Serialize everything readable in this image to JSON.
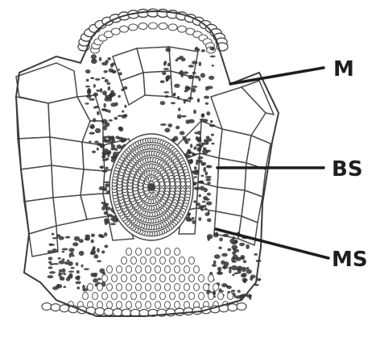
{
  "labels": {
    "m": "M",
    "bs": "BS",
    "ms": "MS"
  },
  "colors": {
    "line": "#1e1e1e",
    "stain": "#3a3a3a",
    "background": "#ffffff"
  }
}
